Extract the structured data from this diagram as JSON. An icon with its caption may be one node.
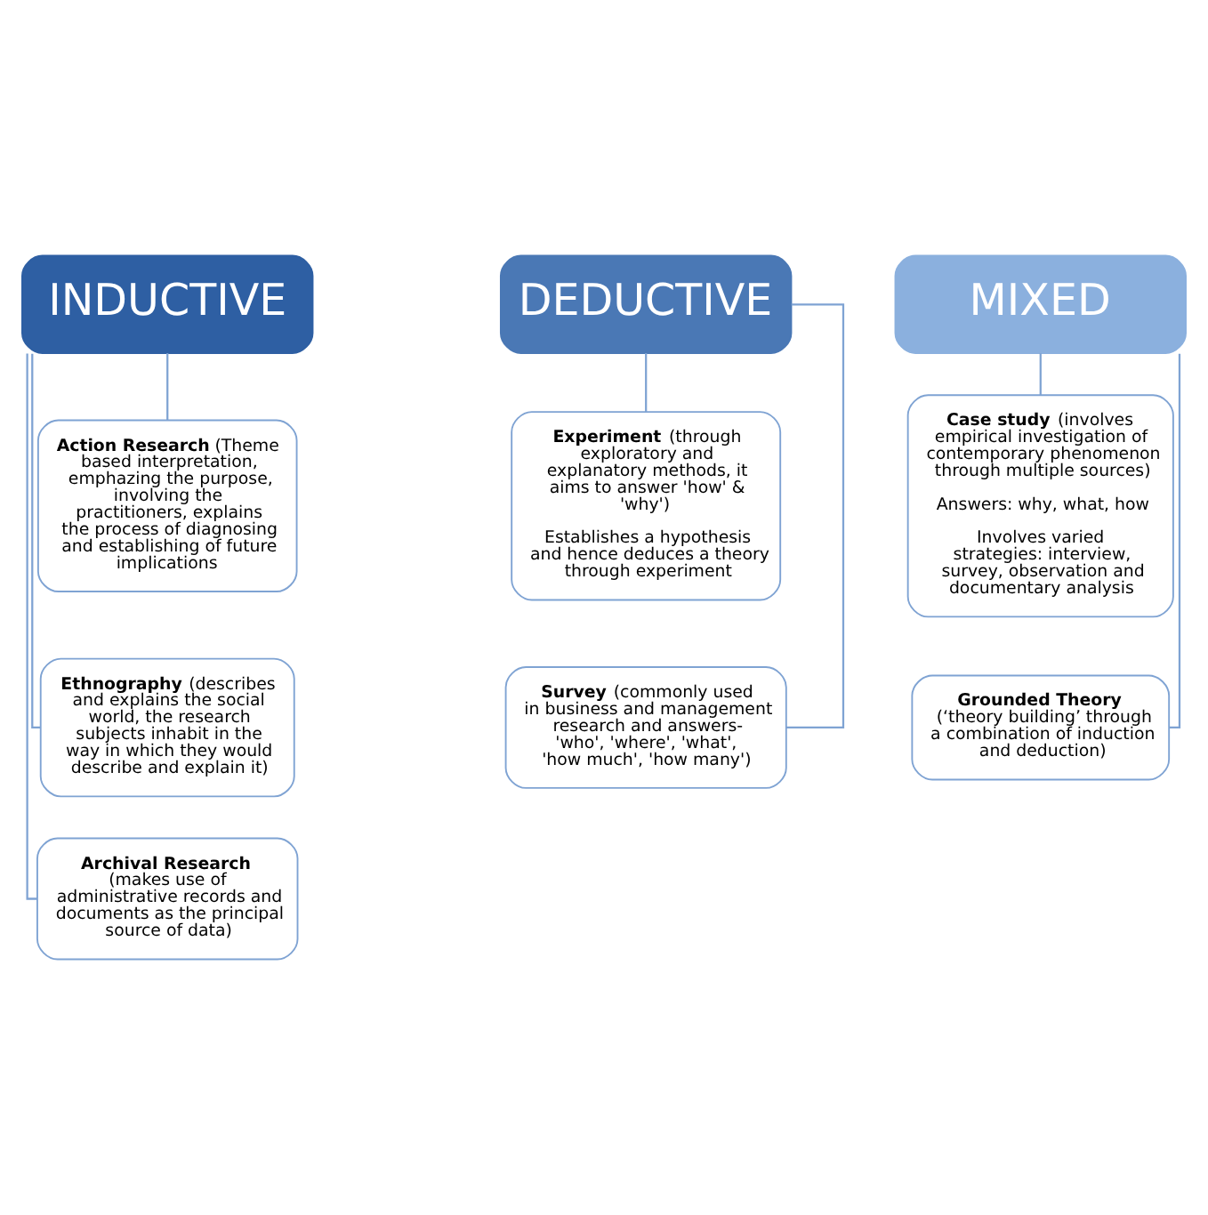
{
  "diagram": {
    "nodes": [
      {
        "text": [
          "INDUCTIVE"
        ]
      },
      {
        "text": [
          "**Action Research** (Theme based interpretation, emphazing the purpose, involving the practitioners, explains the process of diagnosing and establishing of future implications"
        ]
      },
      {
        "text": [
          "**Ethnography** (describes and explains the social world, the research subjects inhabit in the way in which they would describe and explain it)"
        ]
      },
      {
        "text": [
          "**Archival Research** (makes use of administrative records and documents as the principal source of data)"
        ]
      },
      {
        "text": [
          "DEDUCTIVE"
        ]
      },
      {
        "text": [
          "**Experiment** (through exploratory and explanatory methods, it aims to answer 'how' & 'why')",
          "Establishes a hypothesis and hence deduces a theory through experiment"
        ]
      },
      {
        "text": [
          "**Survey** (commonly used in business and management research and answers- 'who', 'where', 'what', 'how much', 'how many')"
        ]
      },
      {
        "text": [
          "MIXED"
        ]
      },
      {
        "text": [
          "**Case study** (involves empirical investigation of contemporary phenomenon through multiple sources)",
          "Answers: why, what, how",
          "Involves varied strategies: interview, survey, observation and documentary analysis"
        ]
      },
      {
        "text": [
          "**Grounded Theory** (‘theory building’ through a combination of induction and deduction)"
        ]
      }
    ],
    "edges": [
      {
        "from": 0,
        "to": 1,
        "arrow": "none"
      },
      {
        "from": 0,
        "to": 2,
        "arrow": "none"
      },
      {
        "from": 0,
        "to": 3,
        "arrow": "none"
      },
      {
        "from": 4,
        "to": 5,
        "arrow": "none"
      },
      {
        "from": 4,
        "to": 6,
        "arrow": "none"
      },
      {
        "from": 7,
        "to": 8,
        "arrow": "none"
      },
      {
        "from": 7,
        "to": 9,
        "arrow": "none"
      }
    ]
  }
}
